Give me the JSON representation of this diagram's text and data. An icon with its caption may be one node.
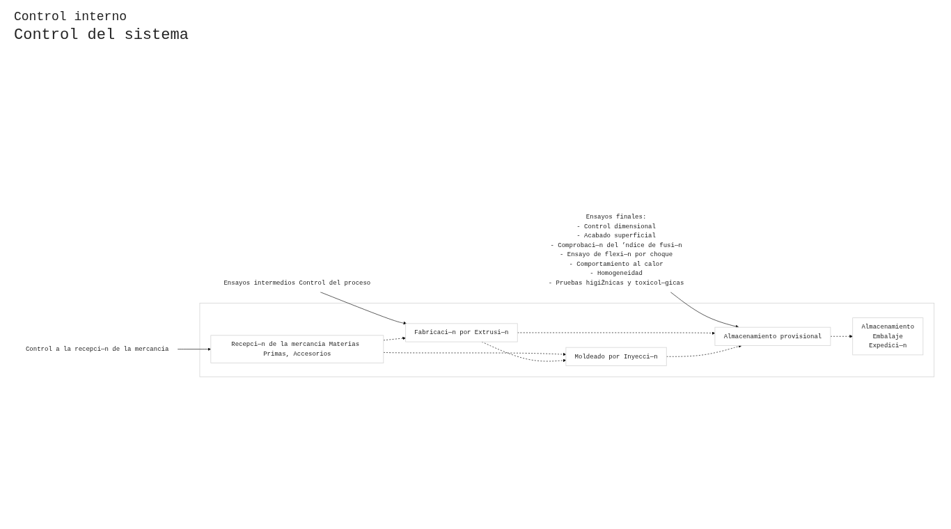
{
  "diagram": {
    "title": "Control interno",
    "nodes": [
      {
        "text": [
          "Control a la recepci—n de la mercancia"
        ]
      },
      {
        "text": [
          "Ensayos intermedios Control del proceso"
        ]
      },
      {
        "text": [
          "Ensayos finales:",
          "- Control dimensional",
          "- Acabado superficial",
          "- Comprobaci—n del ’ndice de fusi—n",
          "- Ensayo de flexi—n por choque",
          "- Comportamiento al calor",
          "- Homogeneidad",
          "- Pruebas higiŽnicas y toxicol—gicas"
        ]
      },
      {
        "text": [],
        "shape": "box"
      },
      {
        "text": [
          "Recepci—n de la mercancia Materias Primas, Accesorios"
        ],
        "in": 3
      },
      {
        "text": [
          "Fabricaci—n por Extrusi—n"
        ],
        "in": 3
      },
      {
        "text": [
          "Moldeado por Inyecci—n"
        ],
        "in": 3
      },
      {
        "text": [
          "Almacenamiento provisional"
        ],
        "in": 3
      },
      {
        "text": [
          "Almacenamiento",
          "Embalaje",
          "Expedici—n"
        ],
        "in": 3
      }
    ],
    "edges": [
      {
        "from": 0,
        "to": 4,
        "arrow": "to"
      },
      {
        "from": 1,
        "to": 5,
        "arrow": "to"
      },
      {
        "from": 2,
        "to": 7,
        "arrow": "to"
      },
      {
        "from": 4,
        "to": 5,
        "arrow": "to",
        "style": "dashed"
      },
      {
        "from": 4,
        "to": 6,
        "arrow": "to",
        "style": "dashed"
      },
      {
        "from": 5,
        "to": 6,
        "arrow": "to",
        "style": "dashed"
      },
      {
        "from": 5,
        "to": 7,
        "arrow": "to",
        "style": "dashed"
      },
      {
        "from": 6,
        "to": 7,
        "arrow": "to",
        "style": "dashed"
      },
      {
        "from": 7,
        "to": 8,
        "arrow": "to",
        "style": "dashed"
      }
    ],
    "labels": [
      "Control del sistema"
    ]
  }
}
